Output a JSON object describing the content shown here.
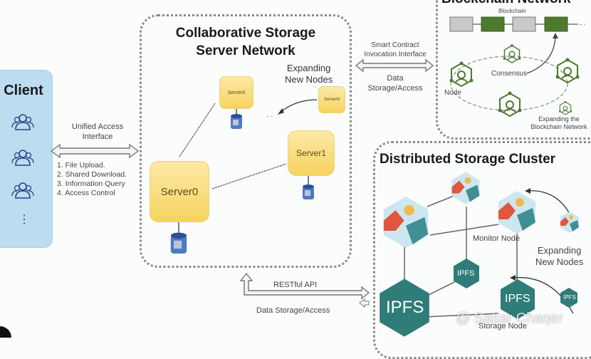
{
  "client": {
    "title": "Client",
    "more": "⋮",
    "panel_color": "#bcdcf0"
  },
  "access": {
    "interface_label_1": "Unified Access",
    "interface_label_2": "Interface",
    "operations": [
      "1. File Upload.",
      "2. Shared Download.",
      "3. Information Query",
      "4. Access Control"
    ]
  },
  "server_network": {
    "title_1": "Collaborative Storage",
    "title_2": "Server Network",
    "expand_1": "Expanding",
    "expand_2": "New Nodes",
    "servers": [
      {
        "label": "Server0"
      },
      {
        "label": "Server0"
      },
      {
        "label": "Server1"
      },
      {
        "label": "ServerN"
      }
    ]
  },
  "smart_contract": {
    "label_1": "Smart Contract",
    "label_2": "Invocation Interface",
    "data_1": "Data",
    "data_2": "Storage/Access"
  },
  "blockchain": {
    "title": "Blockchain Network",
    "chain_label": "Blockchain",
    "consensus": "Consensus",
    "node": "Node",
    "expand_1": "Expanding the",
    "expand_2": "Blockchain Network",
    "green": "#4e7a2e"
  },
  "cluster": {
    "title": "Distributed Storage Cluster",
    "monitor": "Monitor Node",
    "storage": "Storage Node",
    "expand_1": "Expanding",
    "expand_2": "New Nodes",
    "ipfs": "IPFS",
    "teal": "#2f7c78"
  },
  "restful": {
    "api": "RESTful API",
    "data": "Data Storage/Access"
  },
  "watermark": "@ Sattar Chaqer"
}
